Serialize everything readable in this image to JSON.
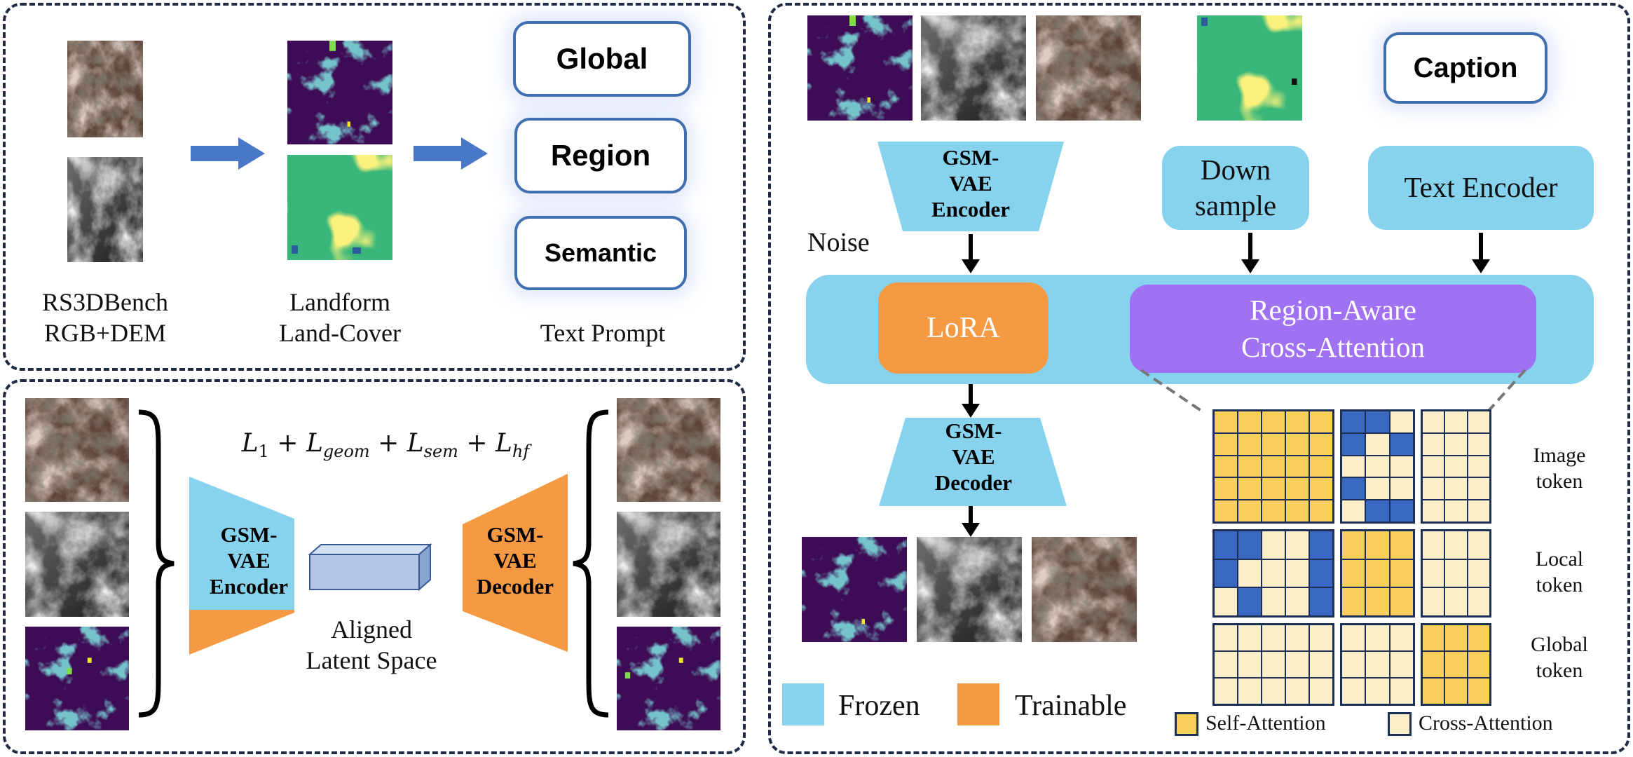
{
  "colors": {
    "frozen": "#87d3ee",
    "trainable": "#f59a43",
    "lora": "#f59a43",
    "region_attention": "#a171f4",
    "arrow_blue": "#4a78c8",
    "self_attention": "#f7cf5a",
    "cross_attention": "#fbefc9",
    "masked_blue": "#3a68c1",
    "panel_border": "#1f2a44"
  },
  "top_left": {
    "dataset_label": [
      "RS3DBench",
      "RGB+DEM"
    ],
    "maps_label": [
      "Landform",
      "Land-Cover"
    ],
    "prompt_buttons": [
      "Global",
      "Region",
      "Semantic"
    ],
    "prompt_label": "Text Prompt"
  },
  "bottom_left": {
    "loss_formula": "L_1 + L_geom + L_sem + L_hf",
    "encoder_label": [
      "GSM-",
      "VAE",
      "Encoder"
    ],
    "decoder_label": [
      "GSM-",
      "VAE",
      "Decoder"
    ],
    "latent_label": [
      "Aligned",
      "Latent Space"
    ]
  },
  "right": {
    "caption_button": "Caption",
    "noise_label": "Noise",
    "encoder_label": [
      "GSM-",
      "VAE",
      "Encoder"
    ],
    "downsample_label": [
      "Down",
      "sample"
    ],
    "text_encoder_label": "Text Encoder",
    "lora_label": "LoRA",
    "region_attention_label": [
      "Region-Aware",
      "Cross-Attention"
    ],
    "decoder_label": [
      "GSM-",
      "VAE",
      "Decoder"
    ],
    "token_labels": [
      [
        "Image",
        "token"
      ],
      [
        "Local",
        "token"
      ],
      [
        "Global",
        "token"
      ]
    ],
    "legend": {
      "frozen": "Frozen",
      "trainable": "Trainable"
    },
    "attention_legend": {
      "self": "Self-Attention",
      "cross": "Cross-Attention"
    }
  },
  "attention_matrix": {
    "legend_codes": {
      "s": "self-attention",
      "c": "cross-attention",
      "b": "masked"
    },
    "blocks": [
      [
        [
          "sssss",
          "sssss",
          "sssss",
          "sssss",
          "sssss"
        ],
        [
          "bbc",
          "bcb",
          "ccc",
          "bcc",
          "cbb"
        ],
        [
          "ccc",
          "ccc",
          "ccc",
          "ccc",
          "ccc"
        ]
      ],
      [
        [
          "bbccb",
          "bcccb",
          "cbccb"
        ],
        [
          "sss",
          "sss",
          "sss"
        ],
        [
          "ccc",
          "ccc",
          "ccc"
        ]
      ],
      [
        [
          "ccccc",
          "ccccc",
          "ccccc"
        ],
        [
          "ccc",
          "ccc",
          "ccc"
        ],
        [
          "sss",
          "sss",
          "sss"
        ]
      ]
    ]
  }
}
